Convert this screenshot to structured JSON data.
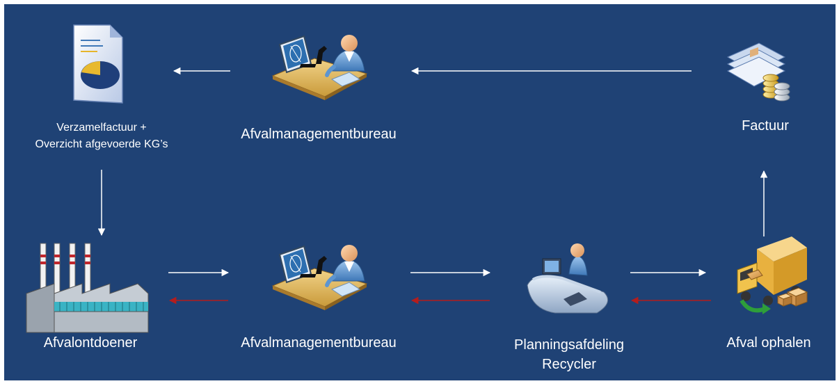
{
  "nodes": {
    "invoice_summary": {
      "label_line1": "Verzamelfactuur +",
      "label_line2": "Overzicht afgevoerde KG’s",
      "icon": "document-pie-chart-icon"
    },
    "waste_office_top": {
      "label": "Afvalmanagementbureau",
      "icon": "office-worker-microscope-icon"
    },
    "invoice": {
      "label": "Factuur",
      "icon": "invoice-coins-icon"
    },
    "waste_producer": {
      "label": "Afvalontdoener",
      "icon": "factory-icon"
    },
    "waste_office_bottom": {
      "label": "Afvalmanagementbureau",
      "icon": "office-worker-microscope-icon"
    },
    "planning": {
      "label_line1": "Planningsafdeling",
      "label_line2": "Recycler",
      "icon": "dispatcher-workstation-icon"
    },
    "pickup": {
      "label": "Afval ophalen",
      "icon": "delivery-truck-icon"
    }
  },
  "colors": {
    "background": "#1f4275",
    "forward_arrow": "#ffffff",
    "return_arrow": "#b41d1d"
  }
}
